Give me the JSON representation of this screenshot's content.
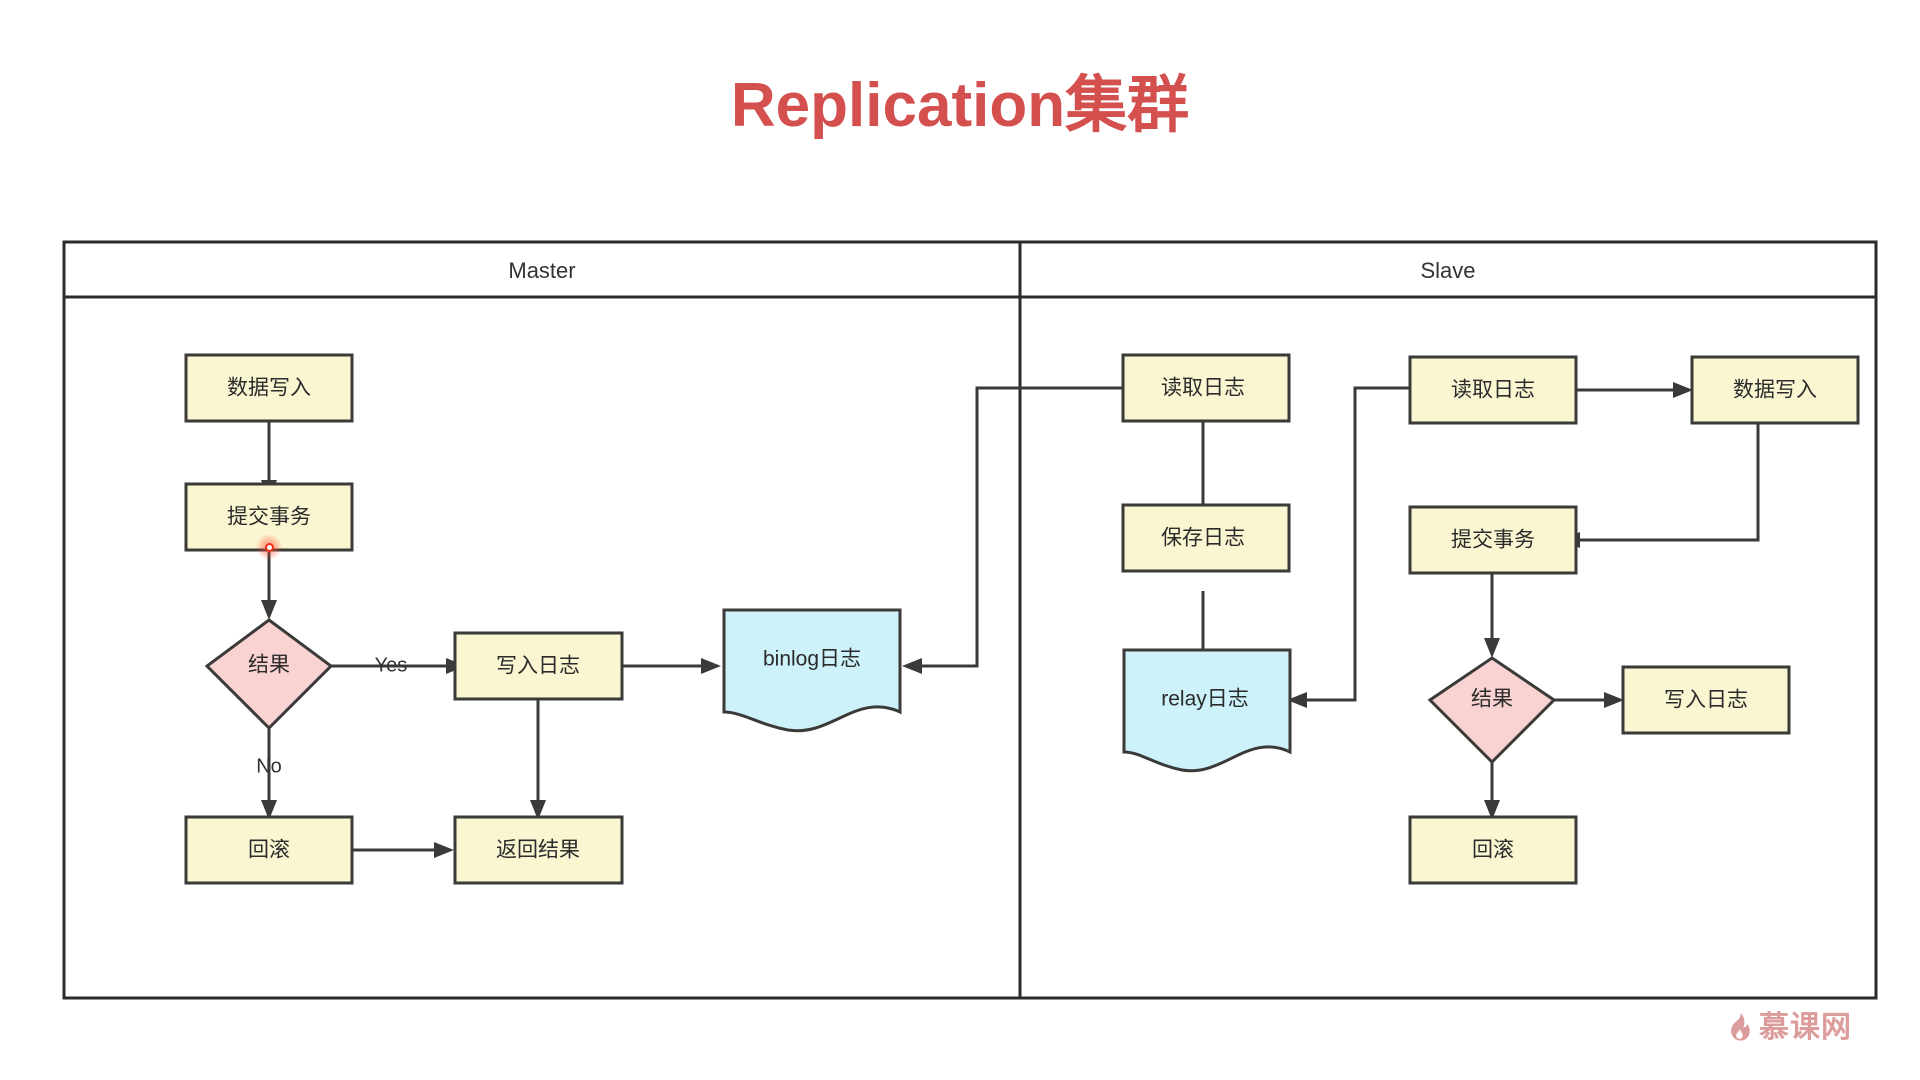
{
  "page": {
    "title": "Replication集群",
    "title_color": "#d4504f",
    "background": "#ffffff"
  },
  "colors": {
    "process_fill": "#faf6d2",
    "decision_fill": "#f9d2d2",
    "document_fill": "#cdf2fa",
    "stroke": "#3a3a38",
    "frame_stroke": "#2b2b2b",
    "watermark": "#dd9c9c"
  },
  "lanes": [
    {
      "id": "master",
      "label": "Master"
    },
    {
      "id": "slave",
      "label": "Slave"
    }
  ],
  "nodes": {
    "m_write_data": {
      "label": "数据写入",
      "shape": "process"
    },
    "m_commit_tx": {
      "label": "提交事务",
      "shape": "process"
    },
    "m_result": {
      "label": "结果",
      "shape": "decision"
    },
    "m_write_log": {
      "label": "写入日志",
      "shape": "process"
    },
    "m_binlog": {
      "label": "binlog日志",
      "shape": "document"
    },
    "m_rollback": {
      "label": "回滚",
      "shape": "process"
    },
    "m_return": {
      "label": "返回结果",
      "shape": "process"
    },
    "s_read_log_1": {
      "label": "读取日志",
      "shape": "process"
    },
    "s_save_log": {
      "label": "保存日志",
      "shape": "process"
    },
    "s_relay": {
      "label": "relay日志",
      "shape": "document"
    },
    "s_read_log_2": {
      "label": "读取日志",
      "shape": "process"
    },
    "s_write_data": {
      "label": "数据写入",
      "shape": "process"
    },
    "s_commit_tx": {
      "label": "提交事务",
      "shape": "process"
    },
    "s_result": {
      "label": "结果",
      "shape": "decision"
    },
    "s_write_log": {
      "label": "写入日志",
      "shape": "process"
    },
    "s_rollback": {
      "label": "回滚",
      "shape": "process"
    }
  },
  "edge_labels": {
    "yes": "Yes",
    "no": "No"
  },
  "watermark": {
    "text": "慕课网",
    "icon": "flame-icon"
  }
}
